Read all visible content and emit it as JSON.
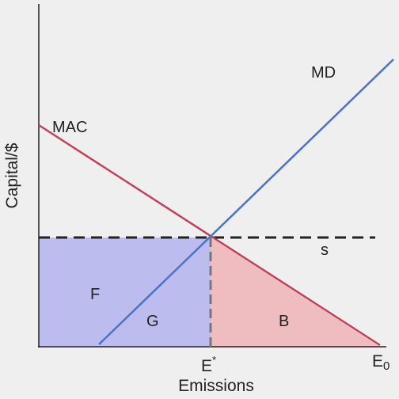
{
  "axes": {
    "xlabel": "Emissions",
    "ylabel": "Capital/$"
  },
  "curves": {
    "mac_label": "MAC",
    "md_label": "MD",
    "subsidy_label": "s"
  },
  "regions": {
    "f_label": "F",
    "g_label": "G",
    "b_label": "B"
  },
  "ticks": {
    "e_star": {
      "base": "E",
      "sup": "*"
    },
    "e_zero": {
      "base": "E",
      "sub": "0"
    }
  },
  "colors": {
    "background": "#efefef",
    "mac": "#c2405a",
    "md": "#4a72c8",
    "region_fg": "#bcbcee",
    "region_b": "#efbcbf",
    "dashed": "#222222",
    "dashed_vertical": "#777777",
    "axis": "#222222"
  }
}
